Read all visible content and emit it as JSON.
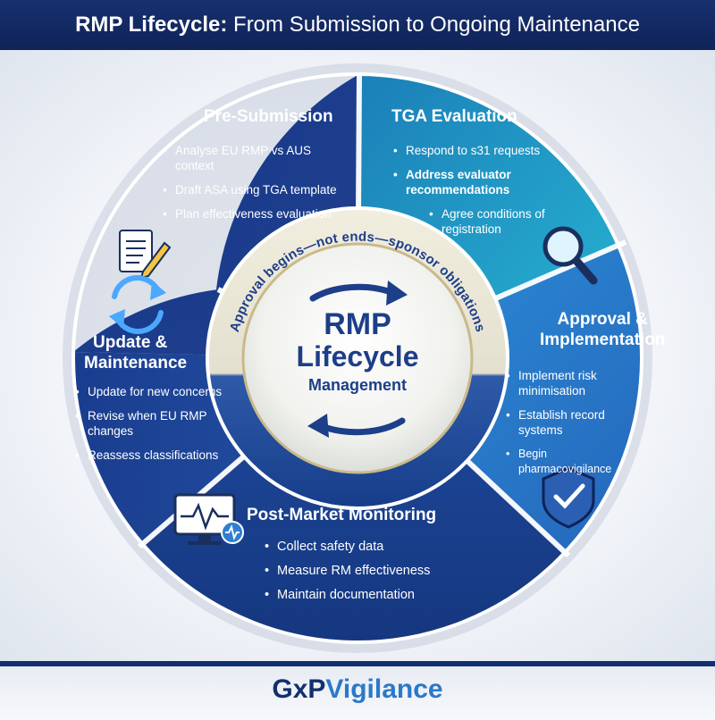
{
  "header": {
    "title_bold": "RMP Lifecycle:",
    "title_rest": " From Submission to Ongoing Maintenance"
  },
  "center": {
    "arc_text": "Approval begins—not ends—sponsor obligations",
    "line1": "RMP",
    "line2": "Lifecycle",
    "line3": "Management"
  },
  "segments": {
    "pre_submission": {
      "title": "Pre-Submission",
      "items": [
        "Analyse EU RMP vs AUS context",
        "Draft ASA using TGA template",
        "Plan effectiveness evaluation"
      ],
      "icon": "document-pencil-icon"
    },
    "tga_evaluation": {
      "title": "TGA Evaluation",
      "items": [
        "Respond to s31 requests",
        "Address evaluator recommendations",
        "Agree conditions of registration"
      ],
      "icon": "magnifier-icon"
    },
    "approval": {
      "title_line1": "Approval &",
      "title_line2": "Implementation",
      "items": [
        "Implement risk minimisation",
        "Establish record systems",
        "Begin pharmacovigilance"
      ],
      "icon": "shield-check-icon"
    },
    "post_market": {
      "title": "Post-Market Monitoring",
      "items": [
        "Collect safety data",
        "Measure RM effectiveness",
        "Maintain documentation"
      ],
      "icon": "monitor-heartbeat-icon"
    },
    "update": {
      "title_line1": "Update &",
      "title_line2": "Maintenance",
      "items": [
        "Update for new concerns",
        "Revise when EU RMP changes",
        "Reassess classifications"
      ],
      "icon": "refresh-arrows-icon"
    }
  },
  "footer": {
    "brand_a": "GxP",
    "brand_b": "Vigilance"
  },
  "colors": {
    "navy": "#13306f",
    "dark_blue": "#1f3f8f",
    "teal": "#1f9dc6",
    "light_blue": "#2f7fd0",
    "mid_blue": "#1e4aa0"
  }
}
